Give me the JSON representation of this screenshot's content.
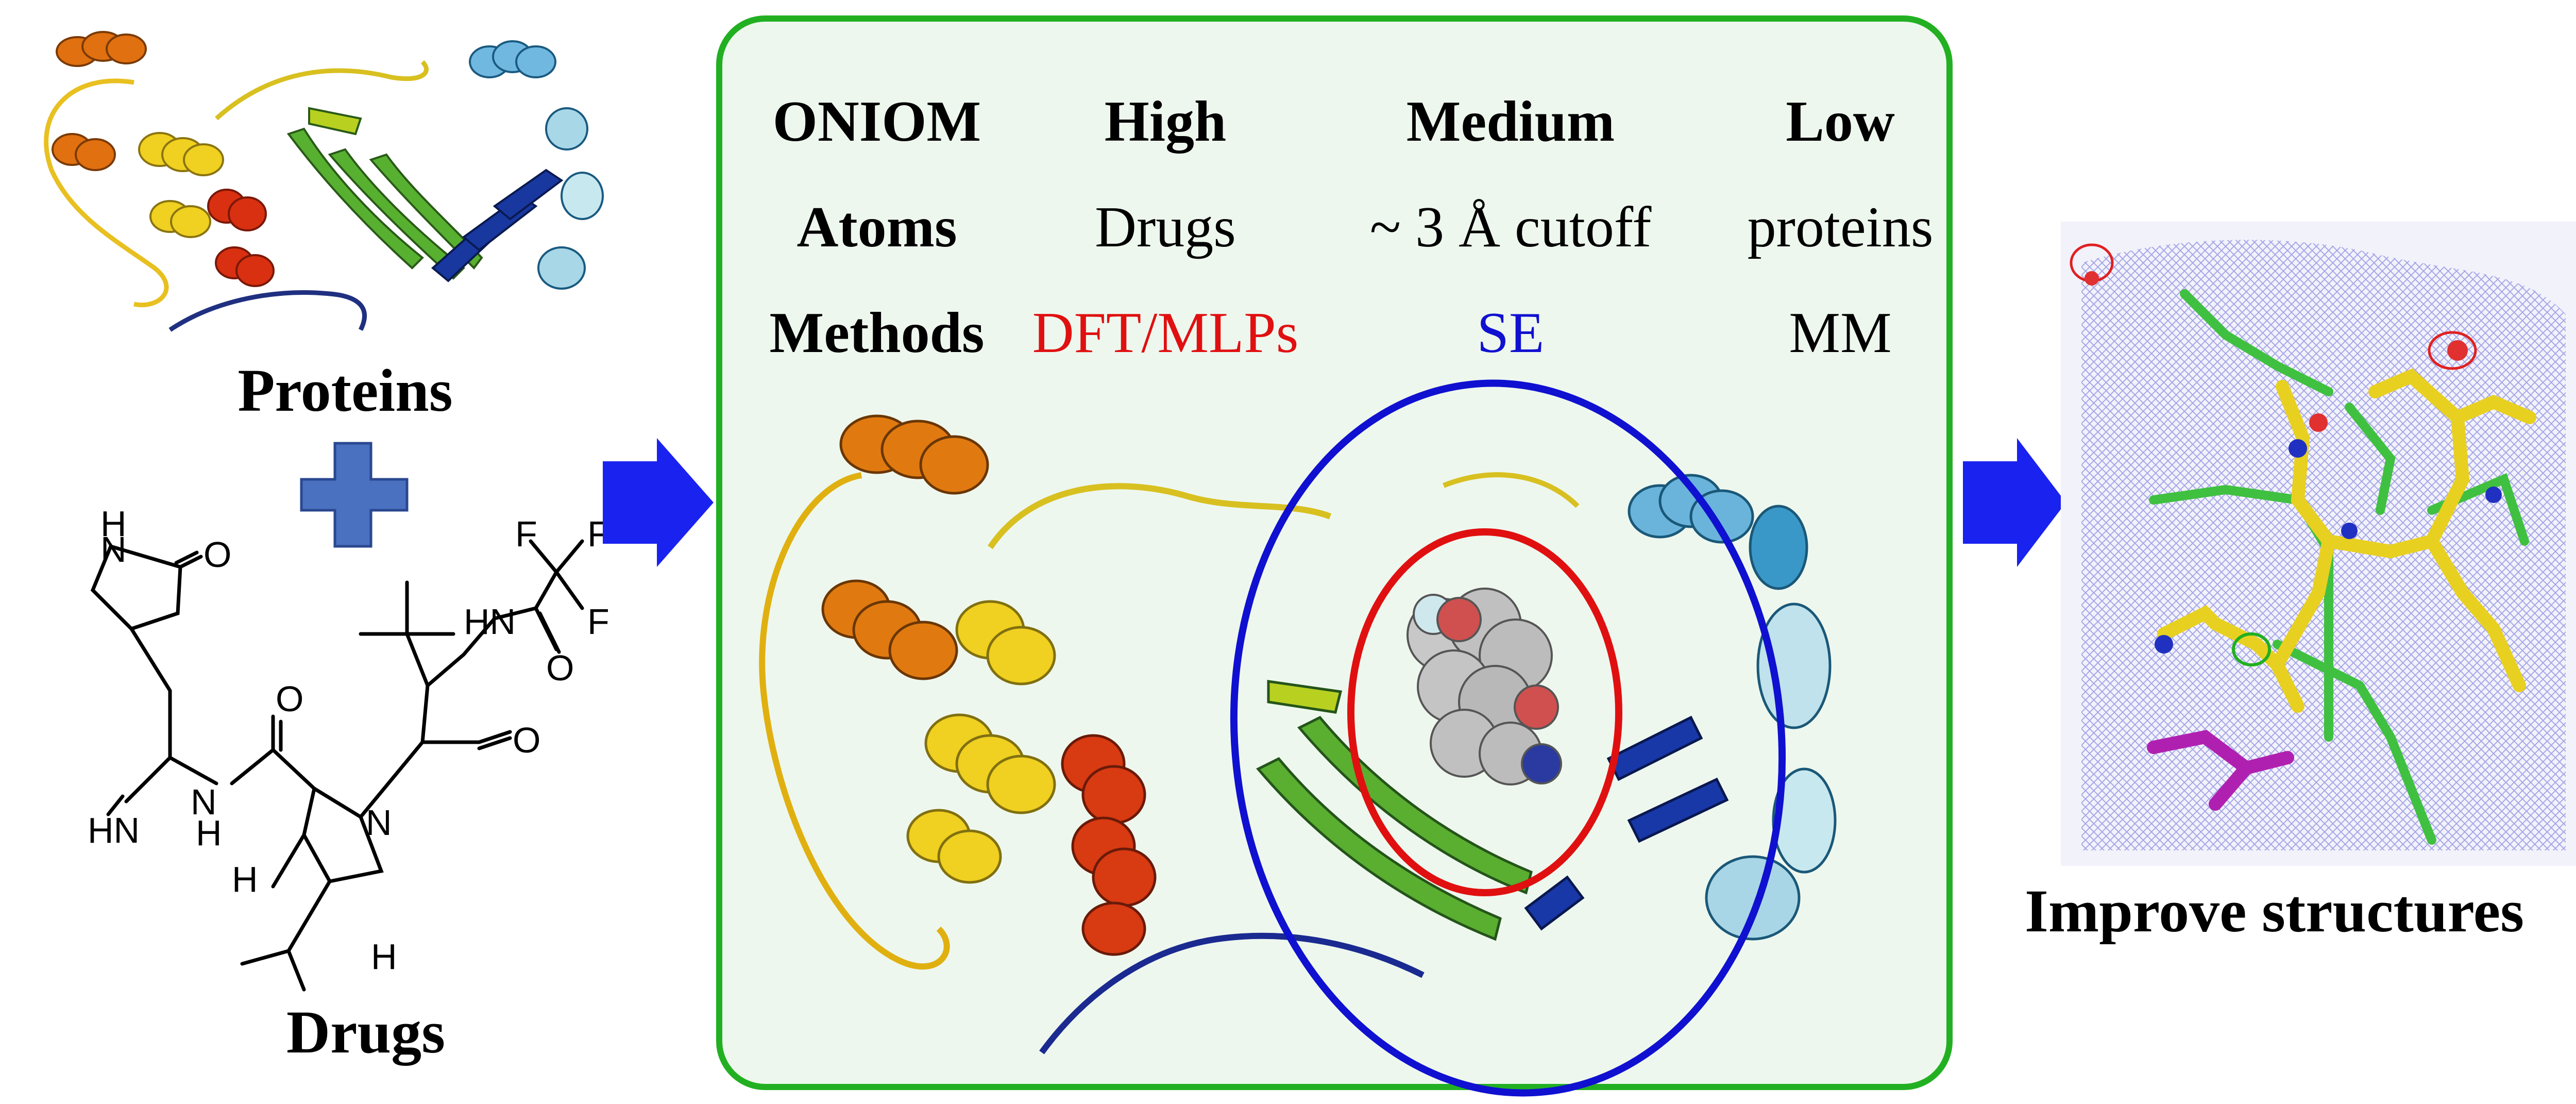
{
  "left": {
    "proteins_label": "Proteins",
    "drugs_label": "Drugs",
    "molecule_atoms": {
      "nh_ring": "H\nN",
      "o_ring": "O",
      "f1": "F",
      "f2": "F",
      "f3": "F",
      "hn_amide": "HN",
      "o_tfa": "O",
      "o_amide1": "O",
      "o_amide2": "O",
      "hn_imine": "HN",
      "n_h": "N\nH",
      "n_pro": "N",
      "h1": "H",
      "h2": "H"
    }
  },
  "table": {
    "headers": [
      "ONIOM",
      "High",
      "Medium",
      "Low"
    ],
    "rows": [
      {
        "label": "Atoms",
        "cells": [
          "Drugs",
          "~ 3 Å cutoff",
          "proteins"
        ]
      },
      {
        "label": "Methods",
        "cells": [
          "DFT/MLPs",
          "SE",
          "MM"
        ]
      }
    ],
    "colors": {
      "high_method": "#e01010",
      "medium_method": "#1010d0",
      "default": "#000000"
    }
  },
  "right": {
    "label": "Improve structures"
  },
  "colors": {
    "panel_border": "#22b022",
    "panel_fill": "#eef7ee",
    "arrow": "#1a22f0",
    "plus": "#4a70c0",
    "ellipse_outer": "#1010d0",
    "ellipse_inner": "#e01010"
  },
  "icons": [
    "protein-ribbon-image",
    "plus-icon",
    "molecule-structure",
    "arrow-right-icon",
    "protein-complex-image",
    "density-map-image"
  ]
}
